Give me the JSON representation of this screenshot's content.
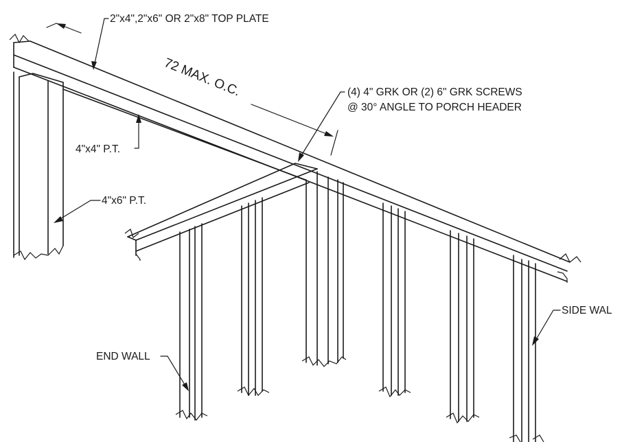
{
  "labels": {
    "top_plate": "2\"x4\",2\"x6\" OR 2\"x8\" TOP PLATE",
    "spacing": "72 MAX. O.C.",
    "screws_line1": "(4) 4\" GRK  OR (2) 6\" GRK SCREWS",
    "screws_line2": "@ 30° ANGLE TO PORCH HEADER",
    "post_4x4": "4\"x4\" P.T.",
    "post_4x6": "4\"x6\" P.T.",
    "end_wall": "END WALL",
    "side_wall": "SIDE WAL"
  }
}
